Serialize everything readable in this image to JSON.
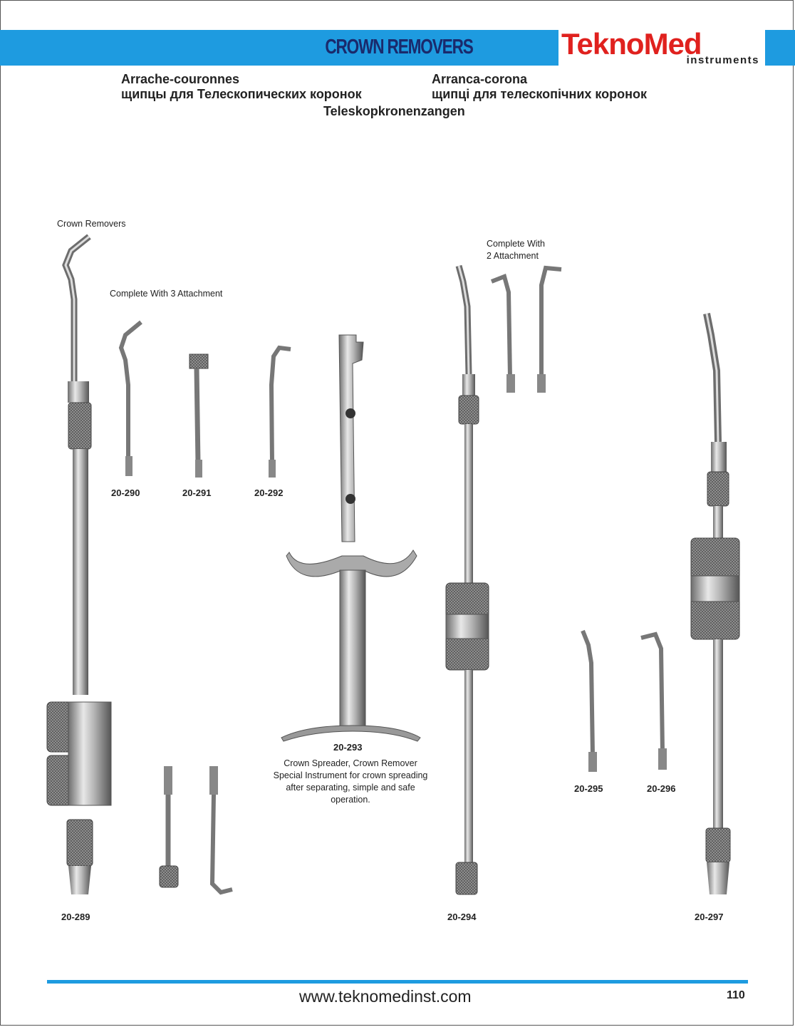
{
  "header": {
    "title": "CROWN REMOVERS",
    "logo_part1": "Tekno",
    "logo_part2": "Med",
    "logo_sub": "instruments",
    "bar_color": "#1e9be0",
    "logo_red": "#e0211e"
  },
  "languages": {
    "french": "Arrache-couronnes",
    "russian": "щипцы для Телескопических коронок",
    "spanish": "Arranca-corona",
    "ukrainian": "щипці для телескопічних коронок",
    "german": "Teleskopkronenzangen"
  },
  "captions": {
    "crown_removers": "Crown Removers",
    "three_attachment": "Complete With 3 Attachment",
    "two_attachment_line1": "Complete With",
    "two_attachment_line2": "2 Attachment"
  },
  "codes": {
    "c290": "20-290",
    "c291": "20-291",
    "c292": "20-292",
    "c293": "20-293",
    "c289": "20-289",
    "c294": "20-294",
    "c295": "20-295",
    "c296": "20-296",
    "c297": "20-297"
  },
  "description": {
    "line1": "Crown Spreader, Crown Remover",
    "line2": "Special Instrument for crown spreading",
    "line3": "after separating, simple and safe",
    "line4": "operation."
  },
  "footer": {
    "url": "www.teknomedinst.com",
    "page": "110"
  }
}
